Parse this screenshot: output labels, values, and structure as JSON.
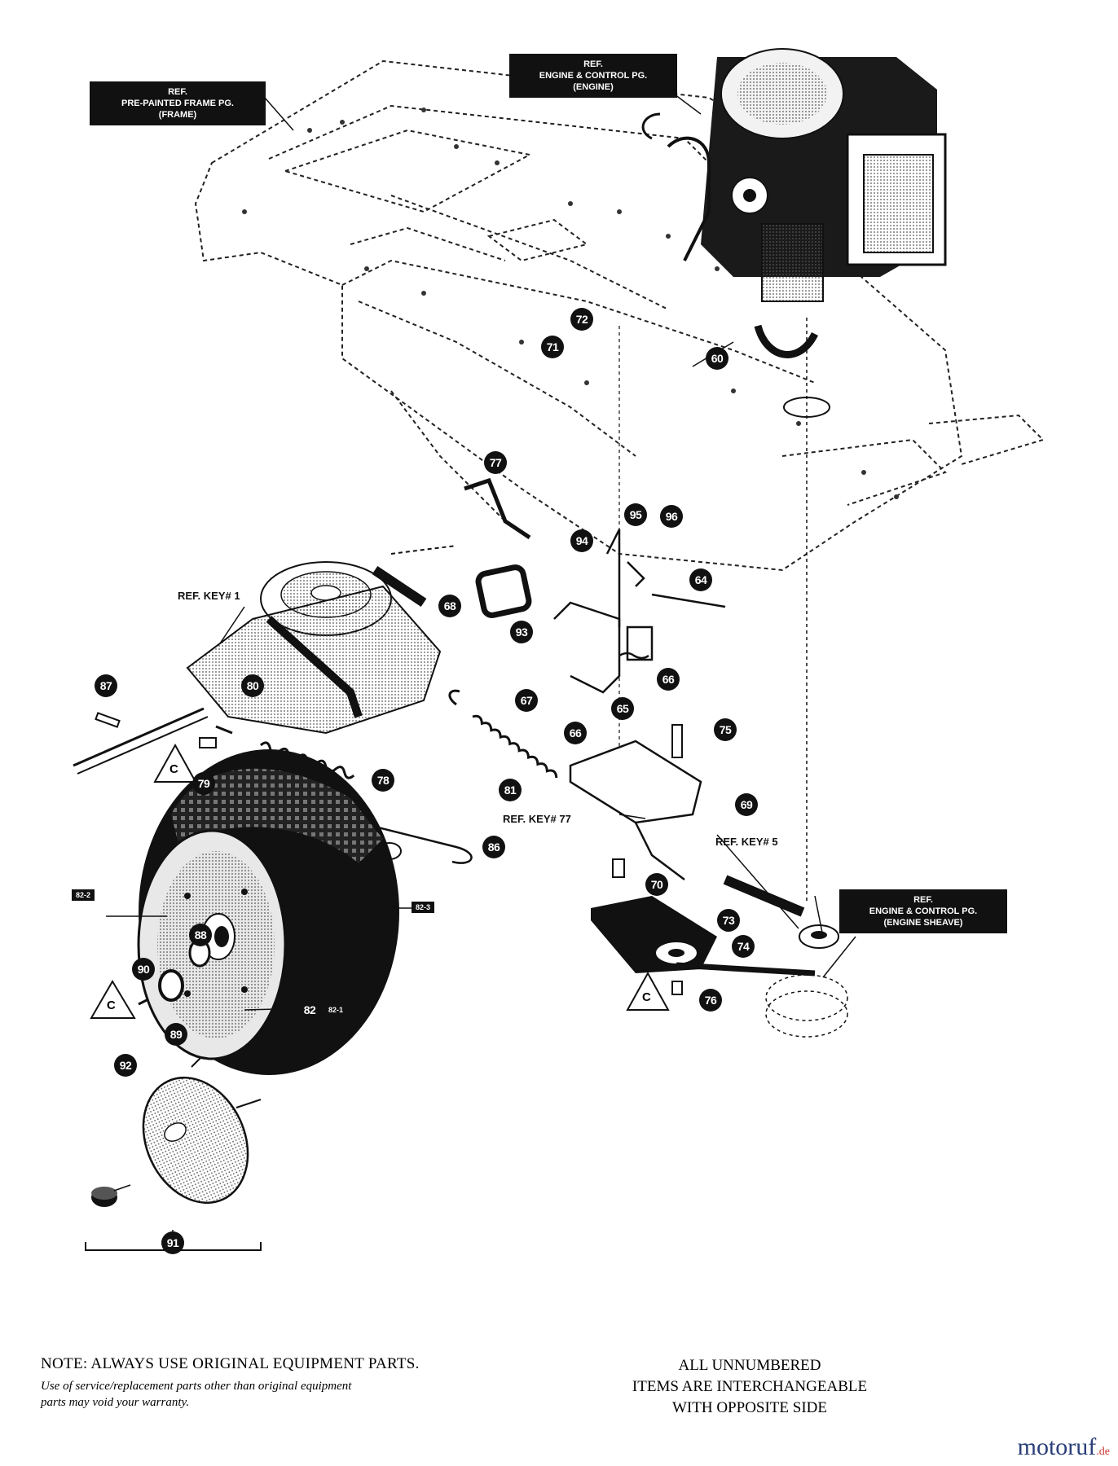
{
  "callouts": {
    "frame_ref": "REF.\nPRE-PAINTED FRAME PG.\n(FRAME)",
    "engine_ref": "REF.\nENGINE & CONTROL PG.\n(ENGINE)",
    "sheave_ref": "REF.\nENGINE & CONTROL PG.\n(ENGINE SHEAVE)",
    "ref_key_1": "REF. KEY# 1",
    "ref_key_77": "REF. KEY# 77",
    "ref_key_5": "REF. KEY# 5"
  },
  "part_numbers": {
    "p60": "60",
    "p64": "64",
    "p65": "65",
    "p66a": "66",
    "p66b": "66",
    "p67": "67",
    "p68": "68",
    "p69": "69",
    "p70": "70",
    "p71": "71",
    "p72": "72",
    "p73": "73",
    "p74": "74",
    "p75": "75",
    "p76": "76",
    "p77": "77",
    "p78": "78",
    "p79": "79",
    "p80": "80",
    "p81": "81",
    "p82": "82",
    "p86": "86",
    "p87": "87",
    "p88": "88",
    "p89": "89",
    "p90": "90",
    "p91": "91",
    "p92": "92",
    "p93": "93",
    "p94": "94",
    "p95": "95",
    "p96": "96"
  },
  "sub_tags": {
    "t82_1": "82-1",
    "t82_2": "82-2",
    "t82_3": "82-3"
  },
  "triangle_letter": "C",
  "notes": {
    "line1": "NOTE: ALWAYS USE ORIGINAL EQUIPMENT PARTS.",
    "line2": "Use of service/replacement parts other than original equipment",
    "line3": "parts may void your warranty.",
    "right1": "ALL UNNUMBERED",
    "right2": "ITEMS ARE INTERCHANGEABLE",
    "right3": "WITH OPPOSITE SIDE"
  },
  "watermark": {
    "main": "motoruf",
    "suffix": ".de"
  }
}
